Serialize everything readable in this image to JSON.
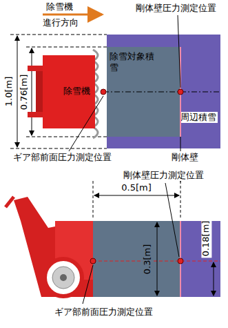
{
  "diagram": {
    "nodes": [
      {
        "text": [
          "周辺積雪"
        ]
      },
      {
        "text": [
          "除雪対象積雪"
        ],
        "in": 0
      },
      {
        "text": [
          "除雪機"
        ]
      }
    ],
    "labels": [
      "除雪機",
      "進行方向",
      "1.0[m]",
      "0.76[m]",
      "剛体壁圧力測定位置",
      "ギア部前面圧力測定位置",
      "剛体壁",
      "剛体壁圧力測定位置",
      "0.5[m]",
      "0.3[m]",
      "0.18[m]",
      "ギア部前面圧力測定位置"
    ]
  }
}
